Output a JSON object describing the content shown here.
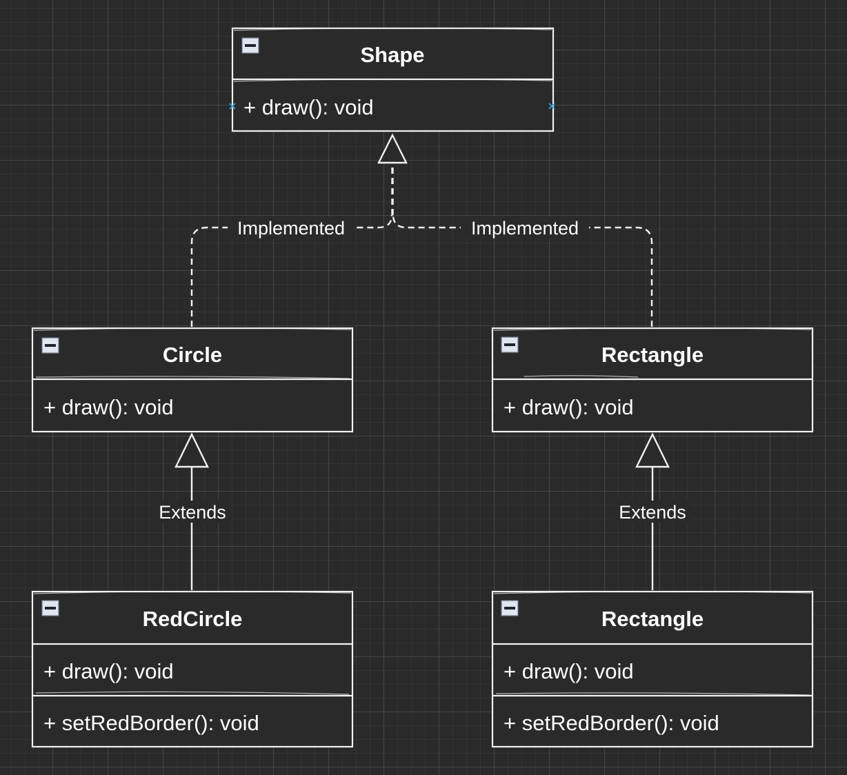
{
  "diagram": {
    "classes": {
      "shape": {
        "name": "Shape",
        "members": [
          "+ draw(): void"
        ]
      },
      "circle": {
        "name": "Circle",
        "members": [
          "+ draw(): void"
        ]
      },
      "rectangle": {
        "name": "Rectangle",
        "members": [
          "+ draw(): void"
        ]
      },
      "red_circle": {
        "name": "RedCircle",
        "members": [
          "+ draw(): void",
          "+ setRedBorder(): void"
        ]
      },
      "red_rectangle": {
        "name": "Rectangle",
        "members": [
          "+ draw(): void",
          "+ setRedBorder(): void"
        ]
      }
    },
    "edges": {
      "circle_to_shape": {
        "label": "Implemented",
        "style": "dashed",
        "arrow": "hollow-triangle"
      },
      "rectangle_to_shape": {
        "label": "Implemented",
        "style": "dashed",
        "arrow": "hollow-triangle"
      },
      "red_circle_to_circle": {
        "label": "Extends",
        "style": "solid",
        "arrow": "hollow-triangle"
      },
      "red_rectangle_to_rectangle": {
        "label": "Extends",
        "style": "solid",
        "arrow": "hollow-triangle"
      }
    },
    "icons": {
      "collapse": "collapse-minus-icon",
      "connection_handle": "connection-handle-icon"
    },
    "colors": {
      "background": "#2a2a2a",
      "stroke": "#f2f2f2",
      "text": "#ffffff",
      "handle": "#3aa3e0"
    }
  }
}
